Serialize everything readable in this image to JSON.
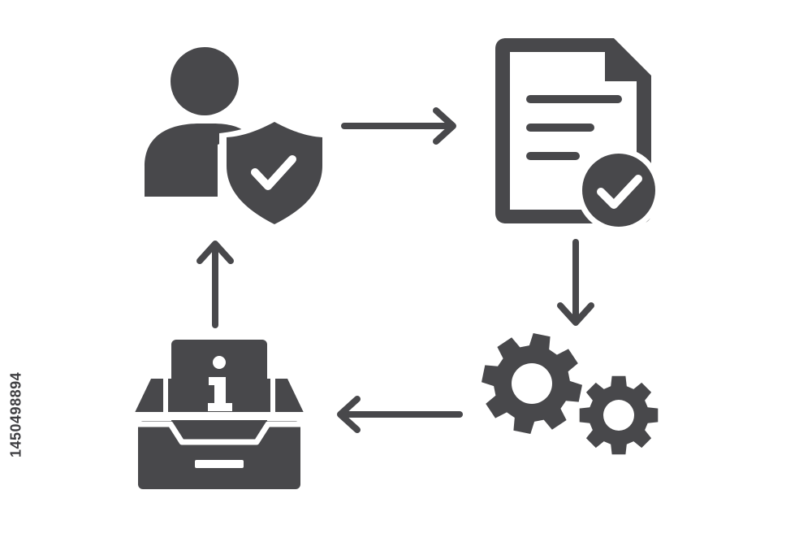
{
  "colors": {
    "icon_fill": "#48484b",
    "background": "#ffffff",
    "inner_cutout": "#ffffff"
  },
  "diagram": {
    "nodes": [
      {
        "id": "user-shield",
        "icon": "user-with-shield-check-icon"
      },
      {
        "id": "document-check",
        "icon": "document-with-check-icon"
      },
      {
        "id": "gears",
        "icon": "gears-icon"
      },
      {
        "id": "info-inbox",
        "icon": "inbox-with-info-document-icon"
      }
    ],
    "edges": [
      {
        "from": "user-shield",
        "to": "document-check",
        "direction": "right"
      },
      {
        "from": "document-check",
        "to": "gears",
        "direction": "down"
      },
      {
        "from": "gears",
        "to": "info-inbox",
        "direction": "left"
      },
      {
        "from": "info-inbox",
        "to": "user-shield",
        "direction": "up"
      }
    ]
  },
  "stock_id": "1450498894",
  "info_glyph": "i"
}
